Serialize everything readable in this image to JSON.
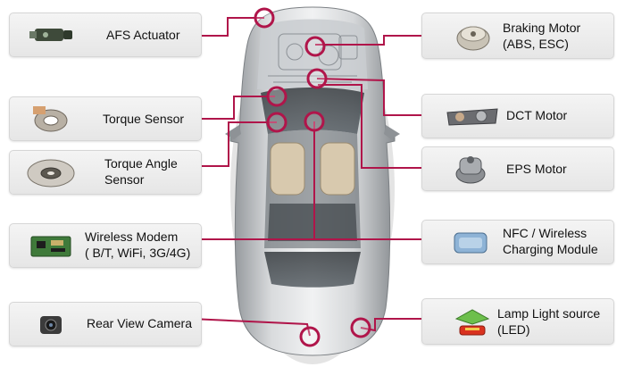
{
  "accent_color": "#b0154a",
  "components": {
    "afs_actuator": {
      "label": "AFS Actuator",
      "icon": "actuator-icon"
    },
    "torque_sensor": {
      "label": "Torque Sensor",
      "icon": "sensor-ring-icon"
    },
    "torque_angle_sensor": {
      "line1": "Torque Angle",
      "line2": "Sensor",
      "icon": "sensor-disc-icon"
    },
    "wireless_modem": {
      "line1": "Wireless Modem",
      "line2": "( B/T, WiFi, 3G/4G)",
      "icon": "circuit-board-icon"
    },
    "rear_view_camera": {
      "label": "Rear View Camera",
      "icon": "camera-icon"
    },
    "braking_motor": {
      "line1": "Braking Motor",
      "line2": "(ABS, ESC)",
      "icon": "motor-icon"
    },
    "dct_motor": {
      "label": "DCT Motor",
      "icon": "motor-housing-icon"
    },
    "eps_motor": {
      "label": "EPS Motor",
      "icon": "motor-icon"
    },
    "nfc_wireless": {
      "line1": "NFC / Wireless",
      "line2": "Charging Module",
      "icon": "charging-pad-icon"
    },
    "lamp_light_source": {
      "line1": "Lamp Light source",
      "line2": "(LED)",
      "icon": "led-lamp-icon"
    }
  },
  "car": {
    "view": "top-down",
    "color": "silver"
  }
}
